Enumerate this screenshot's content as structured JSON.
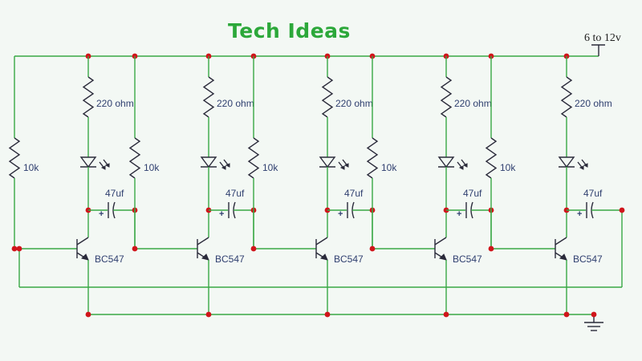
{
  "title": "Tech Ideas",
  "supply_label": "6 to 12v",
  "colors": {
    "title": "#2ca83a",
    "wire": "#39a845",
    "node": "#d0151b",
    "component": "#2a2a3a",
    "label": "#2f3f6f"
  },
  "icons": [
    "resistor-icon",
    "led-icon",
    "capacitor-icon",
    "npn-transistor-icon",
    "ground-icon",
    "supply-terminal-icon"
  ],
  "stages": [
    {
      "led_resistor": "220 ohm",
      "base_resistor": "10k",
      "capacitor": "47uf",
      "transistor": "BC547",
      "plus": "+"
    },
    {
      "led_resistor": "220 ohm",
      "base_resistor": "10k",
      "capacitor": "47uf",
      "transistor": "BC547",
      "plus": "+"
    },
    {
      "led_resistor": "220 ohm",
      "base_resistor": "10k",
      "capacitor": "47uf",
      "transistor": "BC547",
      "plus": "+"
    },
    {
      "led_resistor": "220 ohm",
      "base_resistor": "10k",
      "capacitor": "47uf",
      "transistor": "BC547",
      "plus": "+"
    },
    {
      "led_resistor": "220 ohm",
      "base_resistor": "10k",
      "capacitor": "47uf",
      "transistor": "BC547",
      "plus": "+"
    }
  ]
}
